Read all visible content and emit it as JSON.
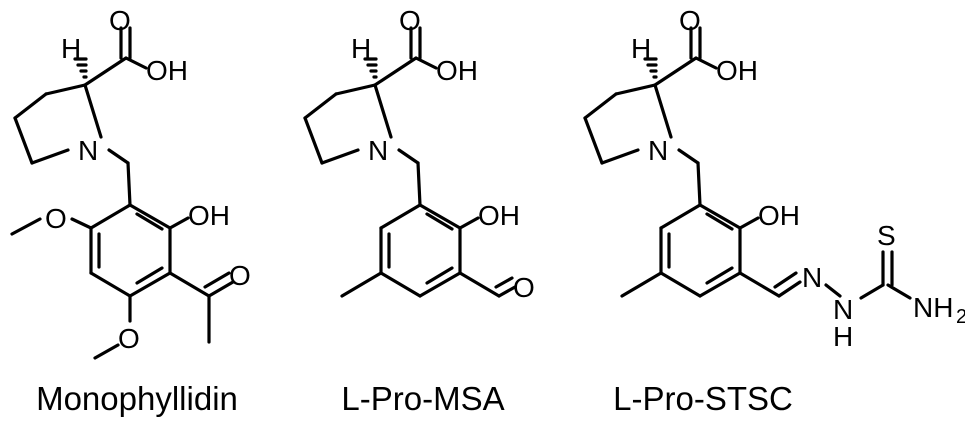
{
  "atoms": {
    "o": "O",
    "oh": "OH",
    "h": "H",
    "n": "N",
    "s": "S",
    "nh2": "NH",
    "nh2_sub": "2"
  },
  "captions": [
    "Monophyllidin",
    "L-Pro-MSA",
    "L-Pro-STSC"
  ]
}
